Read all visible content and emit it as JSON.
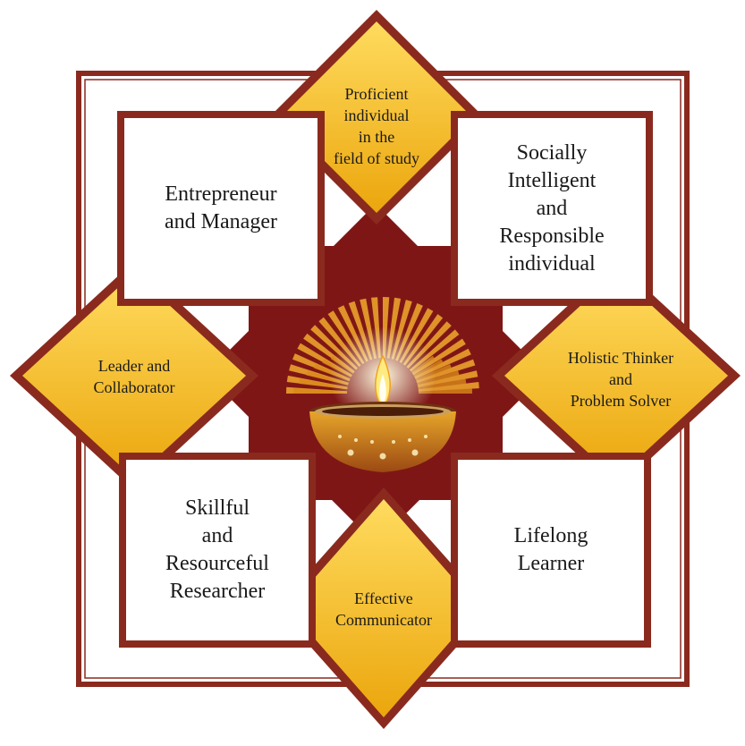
{
  "colors": {
    "maroon": "#8b1a1a",
    "frame": "#8a2a1e",
    "gold_light": "#ffd24a",
    "gold_dark": "#e9a90c",
    "box_fill": "#ffffff",
    "flame": "#ffe98a"
  },
  "boxes": {
    "top_left": "Entrepreneur\nand Manager",
    "top_right": "Socially\nIntelligent\nand\nResponsible\nindividual",
    "bottom_left": "Skillful\nand\nResourceful\nResearcher",
    "bottom_right": "Lifelong\nLearner"
  },
  "diamonds": {
    "top": "Proficient\nindividual\nin the\nfield of study",
    "left": "Leader and\nCollaborator",
    "right": "Holistic Thinker\nand\nProblem Solver",
    "bottom": "Effective\nCommunicator"
  },
  "center_icon": "diya-lamp-icon"
}
